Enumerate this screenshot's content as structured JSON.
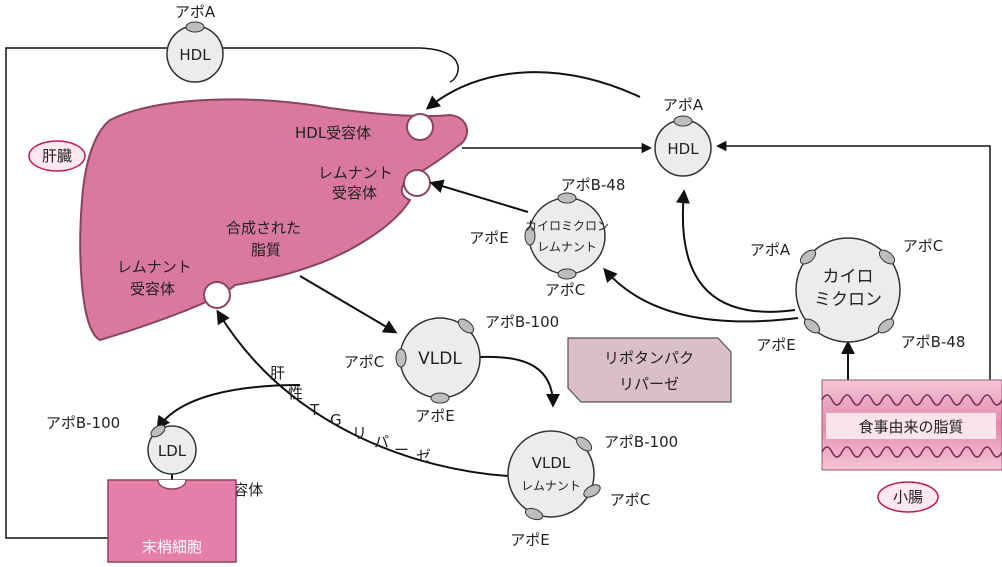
{
  "organs": {
    "liver": "肝臓",
    "small_intestine": "小腸",
    "peripheral_cell": "末梢細胞",
    "dietary_lipid": "食事由来の脂質"
  },
  "liver_labels": {
    "hdl_receptor": "HDL受容体",
    "remnant_receptor_top_1": "レムナント",
    "remnant_receptor_top_2": "受容体",
    "synth_lipid_1": "合成された",
    "synth_lipid_2": "脂質",
    "remnant_receptor_left_1": "レムナント",
    "remnant_receptor_left_2": "受容体"
  },
  "particles": {
    "hdl_top": {
      "name": "HDL",
      "apo": "アポA"
    },
    "hdl_right": {
      "name": "HDL",
      "apo": "アポA"
    },
    "chylo_remnant": {
      "name_1": "カイロミクロン",
      "name_2": "レムナント",
      "apo_top": "アポB-48",
      "apo_left": "アポE",
      "apo_bottom": "アポC"
    },
    "chylomicron": {
      "name_1": "カイロ",
      "name_2": "ミクロン",
      "apo_a": "アポA",
      "apo_c": "アポC",
      "apo_e": "アポE",
      "apo_b48": "アポB-48"
    },
    "vldl": {
      "name": "VLDL",
      "apo_b100": "アポB-100",
      "apo_c": "アポC",
      "apo_e": "アポE"
    },
    "vldl_remnant": {
      "name_1": "VLDL",
      "name_2": "レムナント",
      "apo_b100": "アポB-100",
      "apo_c": "アポC",
      "apo_e": "アポE"
    },
    "ldl": {
      "name": "LDL",
      "apo": "アポB-100",
      "receptor": "LDL受容体"
    }
  },
  "enzymes": {
    "lipoprotein_lipase_1": "リポタンパク",
    "lipoprotein_lipase_2": "リパーゼ",
    "hepatic_tg_lipase_chars": [
      "肝",
      "性",
      "T",
      "G",
      "リ",
      "パ",
      "ー",
      "ゼ"
    ]
  },
  "colors": {
    "liver_fill": "#d9799e",
    "liver_stroke": "#8a4460",
    "organ_badge_stroke": "#c2185b",
    "organ_badge_fill": "#fde8ef",
    "particle_fill": "#ececec",
    "apo_fill": "#bdbdbd",
    "intestine_band": "#e7a8c0",
    "peripheral_fill": "#e57ea9",
    "enzyme_box_fill": "#d9bfc9"
  }
}
